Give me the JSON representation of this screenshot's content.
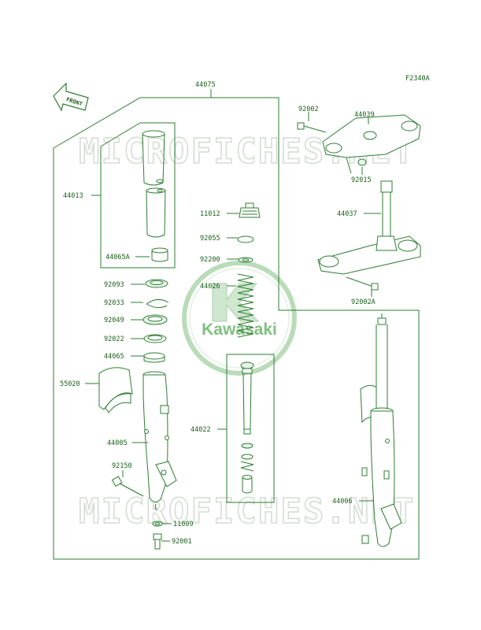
{
  "figure_code": "F2340A",
  "front_badge": "FRONT",
  "watermark_text": "MICROFICHES.NET",
  "logo_text": "Kawasaki",
  "colors": {
    "ink": "#2e7d32",
    "label": "#1a5e1a",
    "watermark": "#d6dcd6",
    "logo": "#5aa55a"
  },
  "parts": {
    "p44075": "44075",
    "p92002": "92002",
    "p44039": "44039",
    "p92015": "92015",
    "p44013": "44013",
    "p11012": "11012",
    "p44037": "44037",
    "p92055": "92055",
    "p44065A": "44065A",
    "p92200": "92200",
    "p92093": "92093",
    "p44026": "44026",
    "p92002A": "92002A",
    "p92033": "92033",
    "p92049": "92049",
    "p92022": "92022",
    "p44065": "44065",
    "p55020": "55020",
    "p44022": "44022",
    "p44005": "44005",
    "p92150": "92150",
    "p44006": "44006",
    "p11009": "11009",
    "p92001": "92001"
  }
}
